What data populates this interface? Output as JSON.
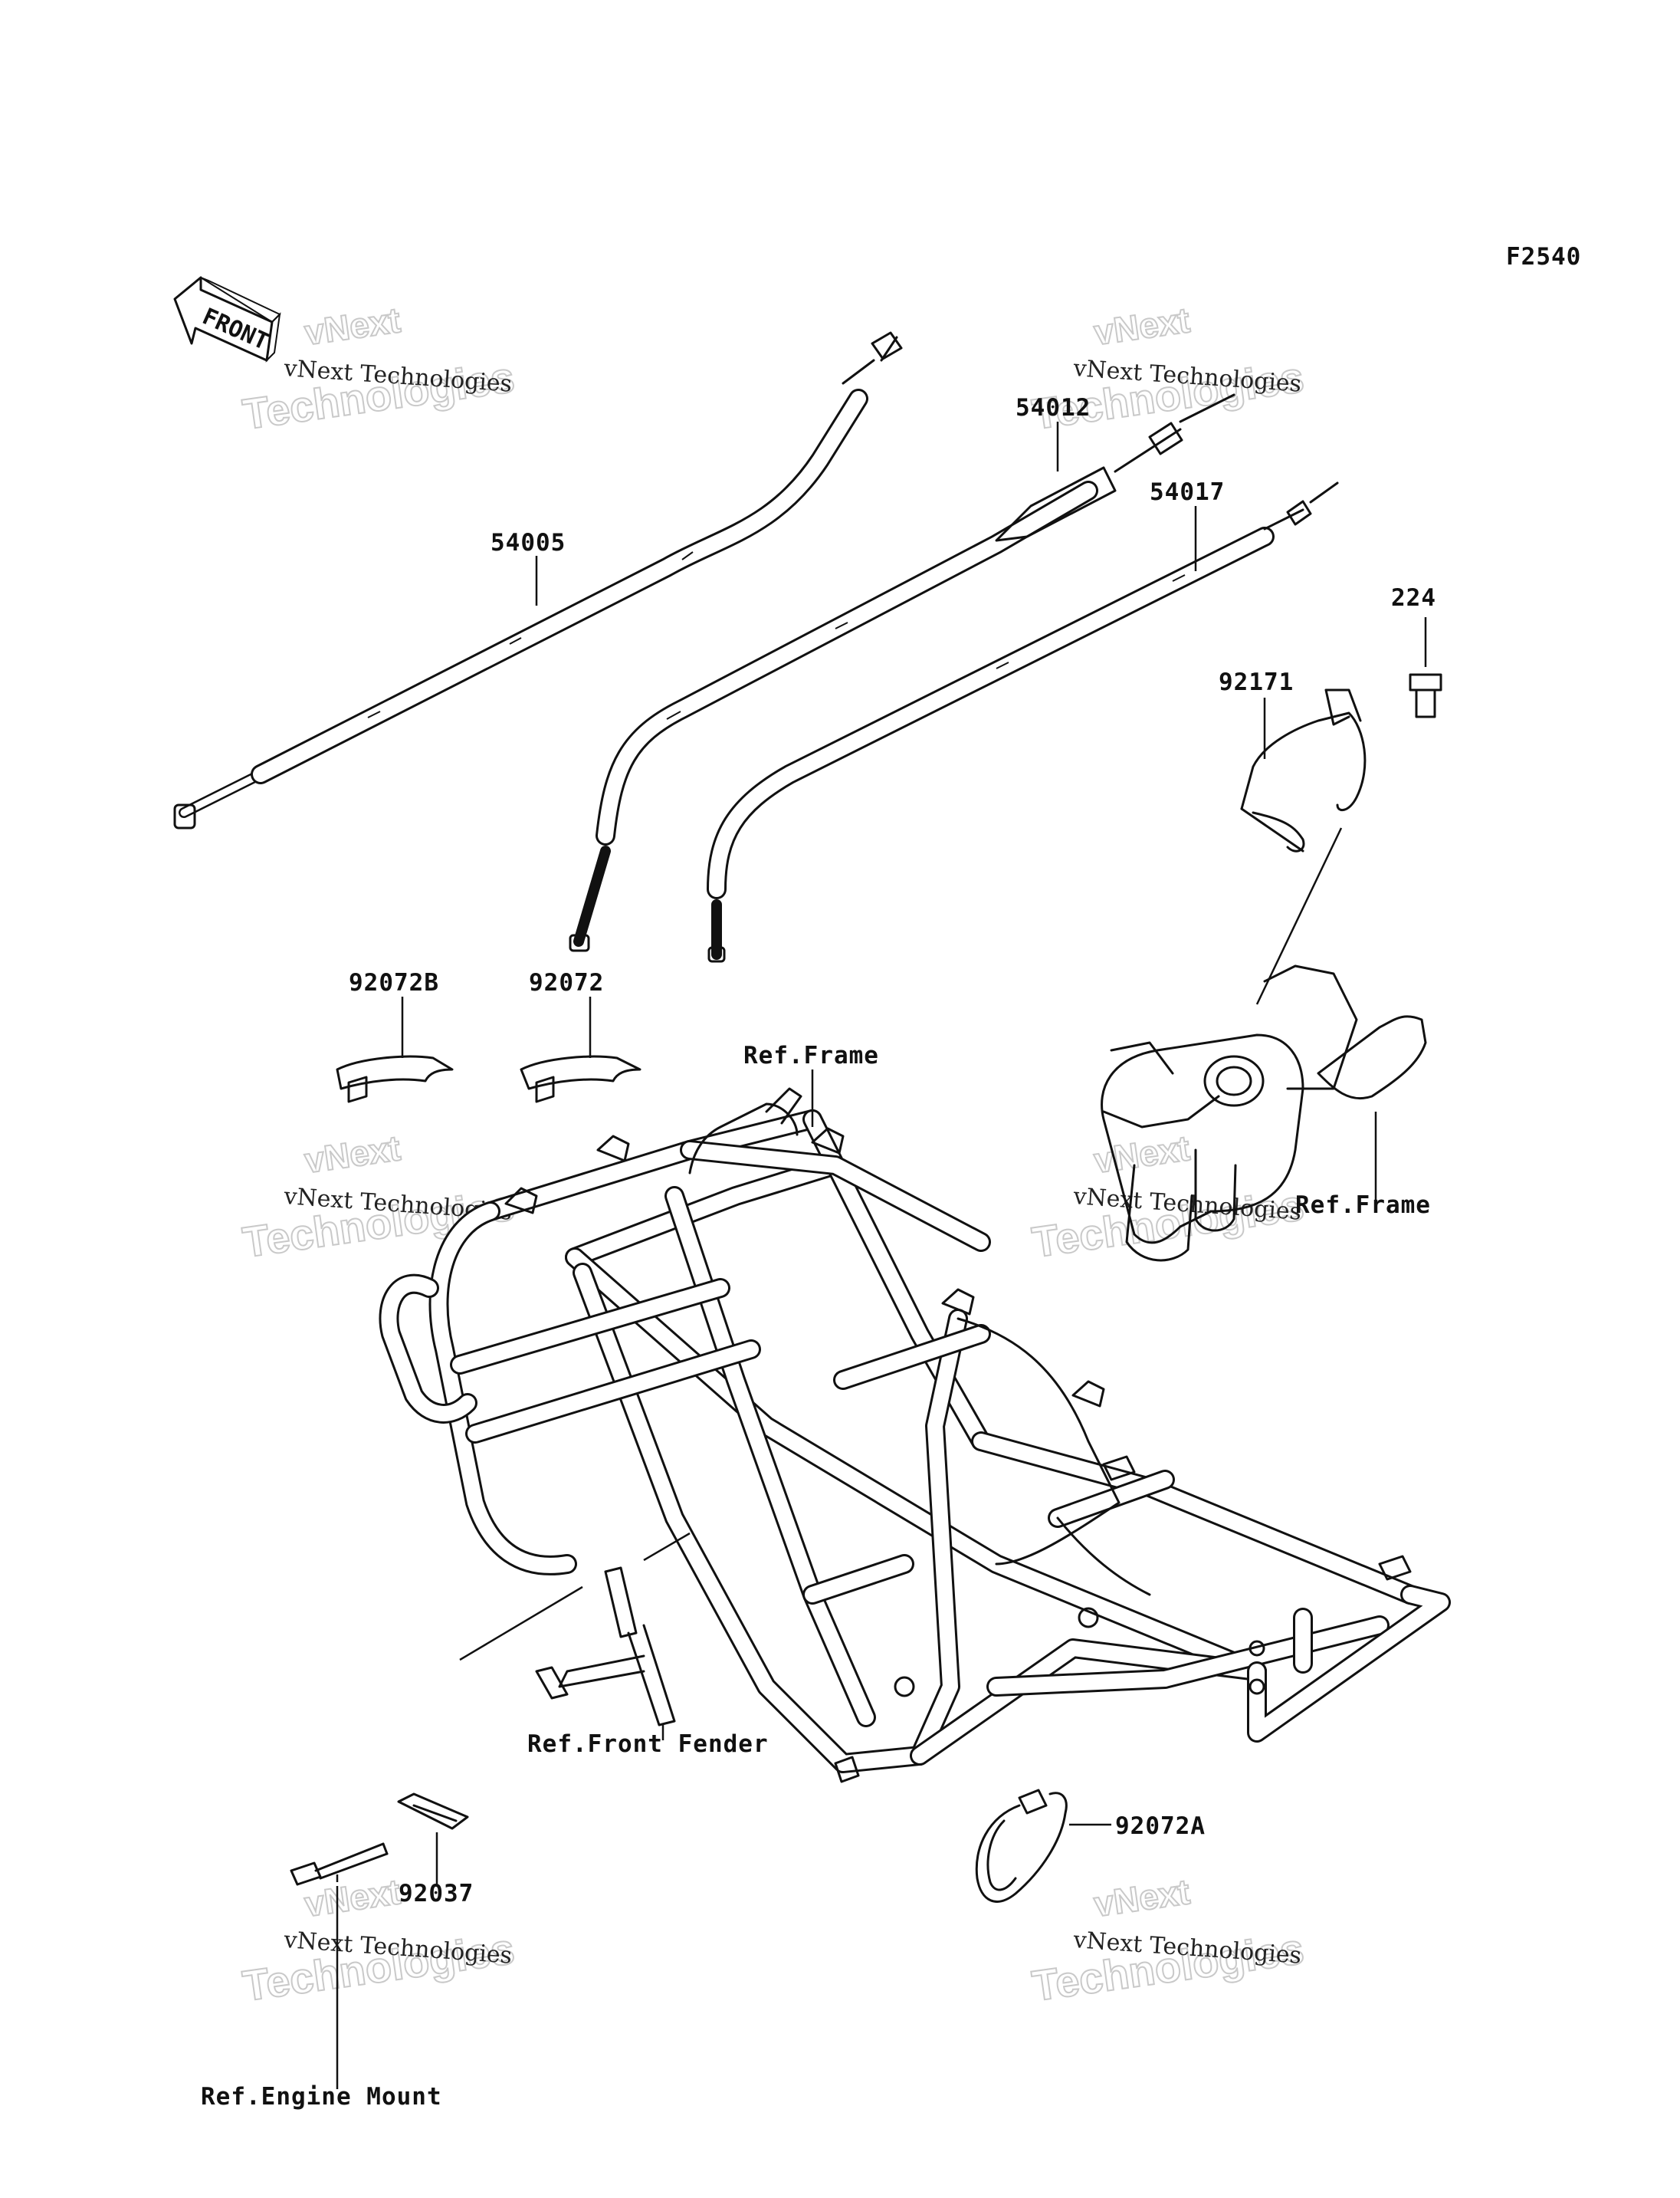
{
  "figure_code": "F2540",
  "front_label": "FRONT",
  "parts": [
    {
      "id": "p54005",
      "number": "54005"
    },
    {
      "id": "p54012",
      "number": "54012"
    },
    {
      "id": "p54017",
      "number": "54017"
    },
    {
      "id": "p224",
      "number": "224"
    },
    {
      "id": "p92171",
      "number": "92171"
    },
    {
      "id": "p92072B",
      "number": "92072B"
    },
    {
      "id": "p92072",
      "number": "92072"
    },
    {
      "id": "p92072A",
      "number": "92072A"
    },
    {
      "id": "p92037",
      "number": "92037"
    }
  ],
  "references": {
    "frame_top": "Ref.Frame",
    "frame_right": "Ref.Frame",
    "front_fender": "Ref.Front Fender",
    "engine_mount": "Ref.Engine Mount"
  },
  "watermark": {
    "line": "vNext Technologies",
    "ghost_top": "vNext",
    "ghost_bottom": "Technologies"
  }
}
